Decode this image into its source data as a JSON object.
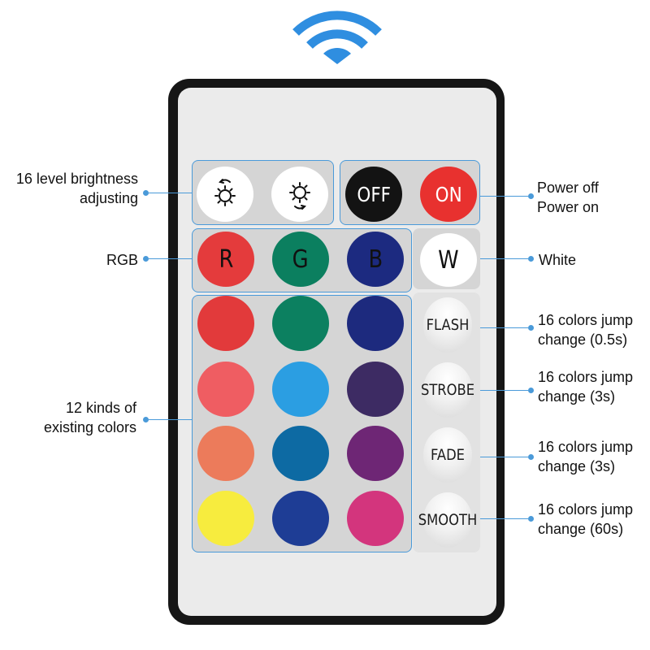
{
  "buttons": {
    "brightness_up_icon": "brightness-up-icon",
    "brightness_down_icon": "brightness-down-icon",
    "off": "OFF",
    "on": "ON",
    "r": "R",
    "g": "G",
    "b": "B",
    "w": "W",
    "flash": "FLASH",
    "strobe": "STROBE",
    "fade": "FADE",
    "smooth": "SMOOTH"
  },
  "labels": {
    "brightness": [
      "16 level brightness",
      "adjusting"
    ],
    "power": [
      "Power off",
      "Power on"
    ],
    "rgb": "RGB",
    "white": "White",
    "colors": [
      "12 kinds of",
      "existing colors"
    ],
    "flash": [
      "16 colors jump",
      "change (0.5s)"
    ],
    "strobe": [
      "16 colors jump",
      "change (3s)"
    ],
    "fade": [
      "16 colors jump",
      "change (3s)"
    ],
    "smooth": [
      "16 colors jump",
      "change (60s)"
    ]
  },
  "colors": {
    "accent": "#2f8ee0",
    "off_button": "#131313",
    "on_button": "#e8312f",
    "red": "#e43b3c",
    "green": "#0b7f5f",
    "blue": "#1c2a80",
    "white": "#ffffff",
    "grid": [
      "#e23a3b",
      "#0c8060",
      "#1d2a7e",
      "#ef5d62",
      "#2b9ee2",
      "#3d2b63",
      "#ec7b5b",
      "#0d6aa3",
      "#6e2675",
      "#f7ec3e",
      "#1e3d95",
      "#d3357d"
    ]
  }
}
